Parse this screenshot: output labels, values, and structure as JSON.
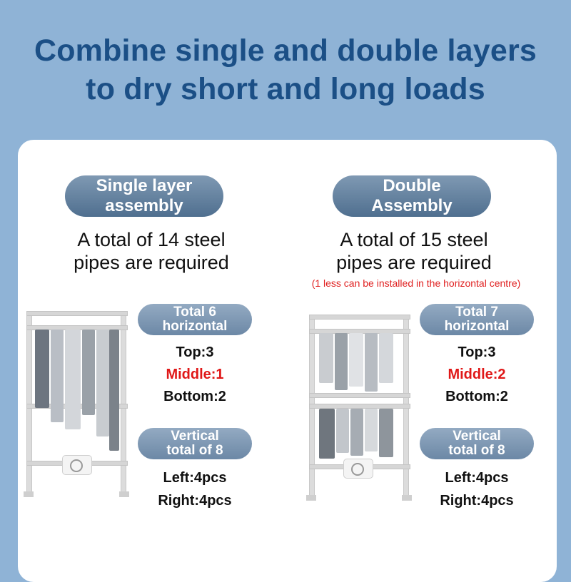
{
  "headline": {
    "line1": "Combine single and double layers",
    "line2": "to dry short and long loads"
  },
  "single": {
    "title_line1": "Single layer",
    "title_line2": "assembly",
    "desc_line1": "A total of 14 steel",
    "desc_line2": "pipes are required",
    "horizontal_line1": "Total 6",
    "horizontal_line2": "horizontal",
    "top": "Top:3",
    "middle": "Middle:1",
    "bottom": "Bottom:2",
    "vertical_line1": "Vertical",
    "vertical_line2": "total of 8",
    "left": "Left:4pcs",
    "right": "Right:4pcs"
  },
  "double": {
    "title_line1": "Double",
    "title_line2": "Assembly",
    "desc_line1": "A total of 15 steel",
    "desc_line2": "pipes are required",
    "note": "(1 less can be installed in the horizontal centre)",
    "horizontal_line1": "Total 7",
    "horizontal_line2": "horizontal",
    "top": "Top:3",
    "middle": "Middle:2",
    "bottom": "Bottom:2",
    "vertical_line1": "Vertical",
    "vertical_line2": "total of 8",
    "left": "Left:4pcs",
    "right": "Right:4pcs"
  },
  "colors": {
    "background": "#8fb3d6",
    "headline": "#1b4f86",
    "highlight": "#e01818"
  }
}
